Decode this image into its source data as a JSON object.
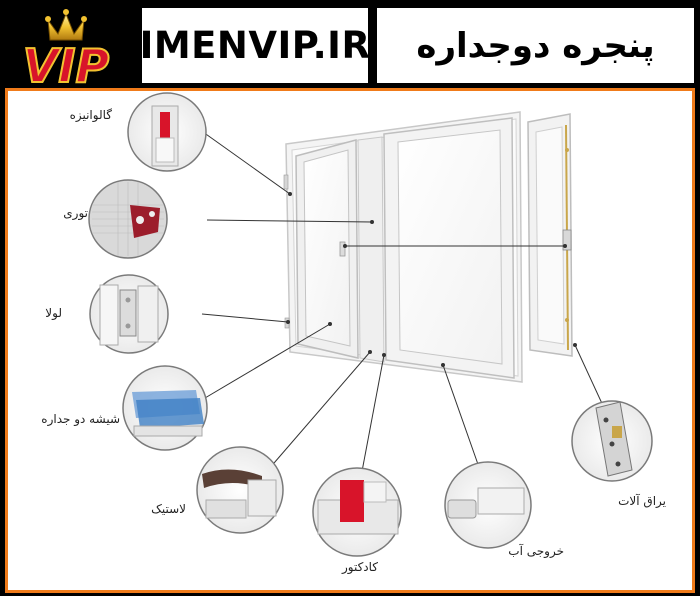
{
  "header": {
    "logo_text": "VIP",
    "brand": "IMENVIP.IR",
    "title": "پنجره دوجداره"
  },
  "parts": {
    "galvanized": "گالوانیزه",
    "screen": "توری",
    "hinge": "لولا",
    "double_glass": "شیشه دو جداره",
    "gasket": "لاستیک",
    "conductor": "کادکتور",
    "drain": "خروجی آب",
    "hardware": "یراق آلات"
  },
  "colors": {
    "orange_border": "#f07b1a",
    "logo_red": "#d8142a",
    "logo_gold": "#f2c230"
  }
}
